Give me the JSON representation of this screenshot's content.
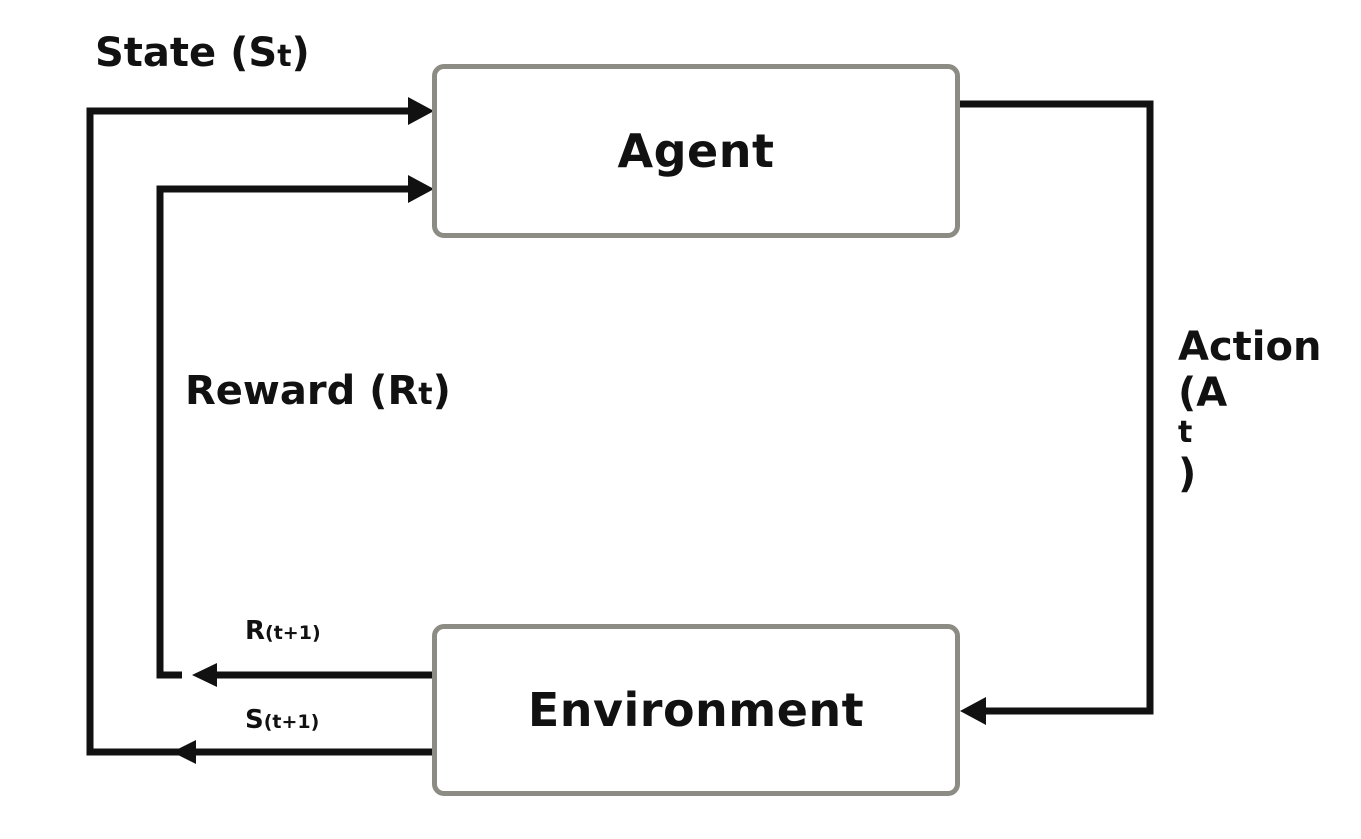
{
  "nodes": {
    "agent": "Agent",
    "environment": "Environment"
  },
  "labels": {
    "state_main": "State (S",
    "state_sub": "t",
    "state_close": ")",
    "reward_main": "Reward (R",
    "reward_sub": "t",
    "reward_close": ")",
    "action_line1": "Action",
    "action_open": "(A",
    "action_sub": "t",
    "action_close": ")",
    "r_next_main": "R",
    "r_next_sub": "(t+1)",
    "s_next_main": "S",
    "s_next_sub": "(t+1)"
  },
  "colors": {
    "line": "#111111",
    "box_border": "#8c8c84"
  }
}
